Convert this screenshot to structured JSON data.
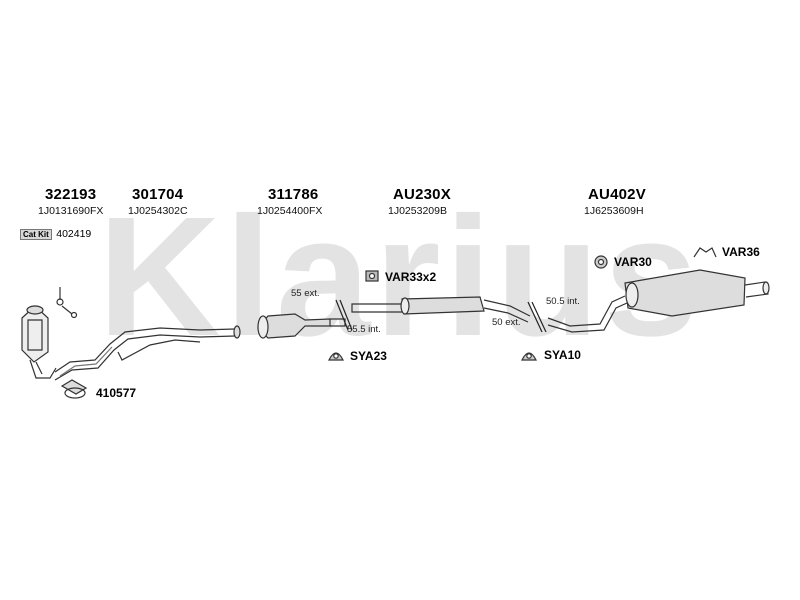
{
  "watermark": "Klarius",
  "parts": [
    {
      "number": "322193",
      "oem": "1J0131690FX"
    },
    {
      "number": "301704",
      "oem": "1J0254302C"
    },
    {
      "number": "311786",
      "oem": "1J0254400FX"
    },
    {
      "number": "AU230X",
      "oem": "1J0253209B"
    },
    {
      "number": "AU402V",
      "oem": "1J6253609H"
    }
  ],
  "cat_kit": {
    "tag": "Cat Kit",
    "number": "402419"
  },
  "fittings": {
    "gasket": "410577",
    "var33": "VAR33x2",
    "sya23": "SYA23",
    "sya10": "SYA10",
    "var30": "VAR30",
    "var36": "VAR36"
  },
  "dimensions": {
    "d55ext": "55 ext.",
    "d555int": "55.5 int.",
    "d505int": "50.5 int.",
    "d50ext": "50 ext."
  }
}
